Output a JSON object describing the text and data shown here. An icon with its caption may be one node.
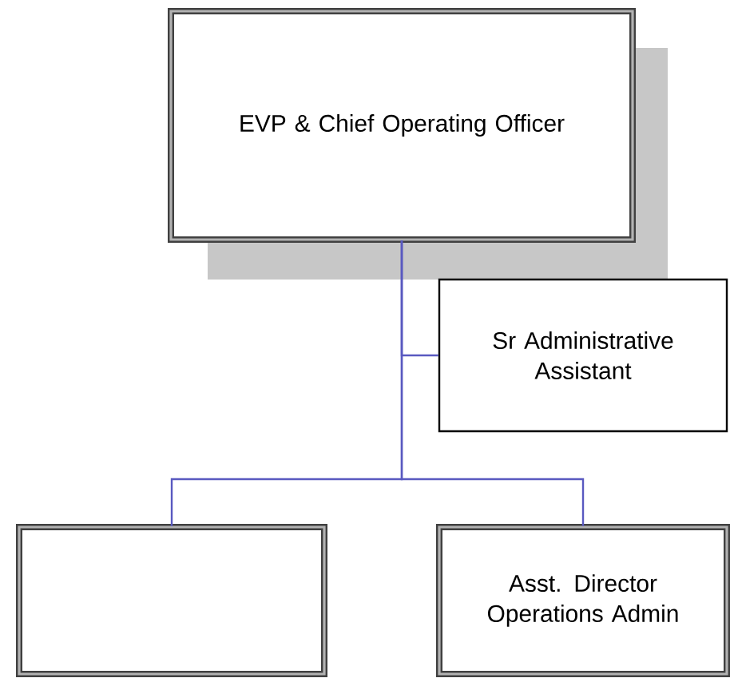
{
  "diagram": {
    "nodes": [
      {
        "text": [
          "EVP & Chief Operating Officer"
        ]
      },
      {
        "text": [
          "Sr Administrative Assistant"
        ]
      },
      {
        "text": [],
        "shape": "box"
      },
      {
        "text": [
          "Asst. Director Operations Admin"
        ]
      }
    ],
    "edges": [
      {
        "from": 0,
        "to": 1,
        "arrow": "none"
      },
      {
        "from": 0,
        "to": 2,
        "arrow": "none"
      },
      {
        "from": 0,
        "to": 3,
        "arrow": "none"
      }
    ]
  }
}
